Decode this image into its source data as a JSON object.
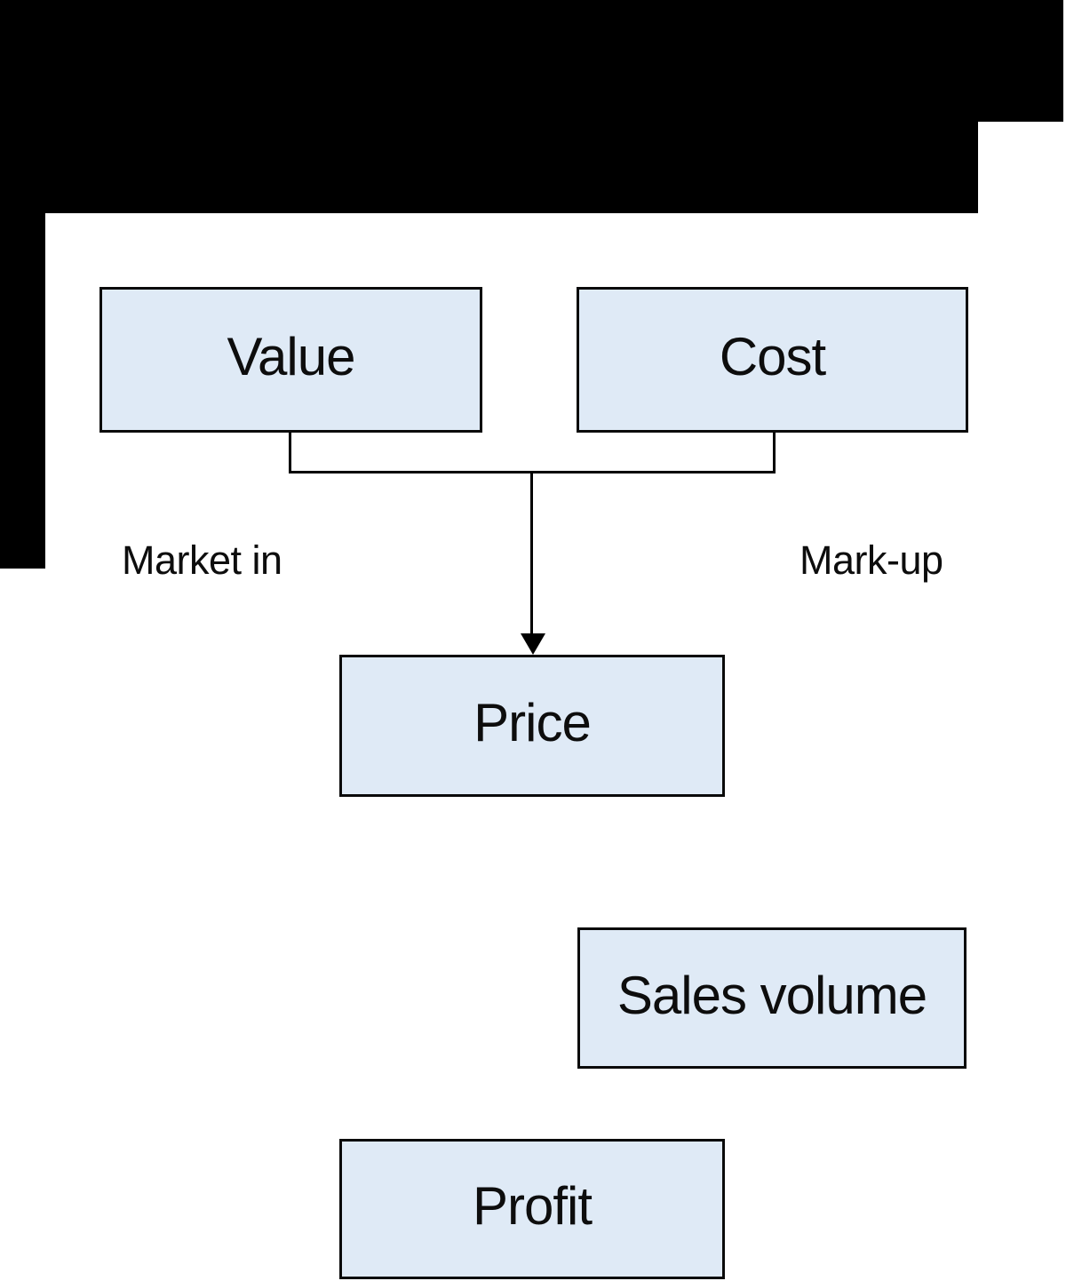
{
  "theme": {
    "background": "#ffffff",
    "mask_color": "#000000",
    "box_fill": "#dfeaf6",
    "box_border": "#0a0a0a",
    "line_color": "#000000",
    "text_color": "#0d0d0d"
  },
  "diagram": {
    "nodes": {
      "value": {
        "label": "Value"
      },
      "cost": {
        "label": "Cost"
      },
      "price": {
        "label": "Price"
      },
      "sales_volume": {
        "label": "Sales volume"
      },
      "profit": {
        "label": "Profit"
      }
    },
    "annotations": {
      "market_in": {
        "label": "Market in"
      },
      "mark_up": {
        "label": "Mark-up"
      }
    }
  }
}
